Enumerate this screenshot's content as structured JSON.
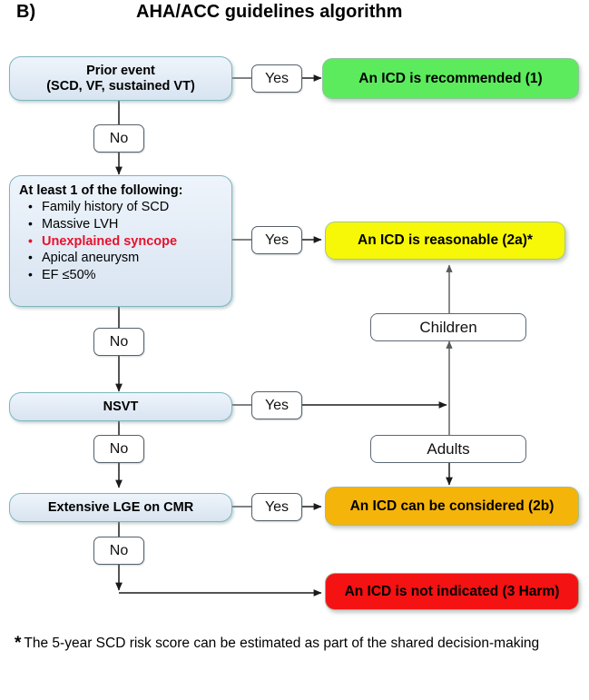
{
  "header": {
    "panel_letter": "B)",
    "title": "AHA/ACC  guidelines algorithm"
  },
  "nodes": {
    "prior_event": {
      "line1": "Prior event",
      "line2": "(SCD, VF, sustained VT)"
    },
    "criteria": {
      "heading": "At least 1 of the following:",
      "items": [
        "Family history of SCD",
        "Massive LVH",
        "Unexplained syncope",
        "Apical aneurysm",
        "EF ≤50%"
      ],
      "highlight_index": 2
    },
    "nsvt": "NSVT",
    "lge": "Extensive LGE on CMR",
    "children": "Children",
    "adults": "Adults"
  },
  "edges": {
    "yes_1": "Yes",
    "no_1": "No",
    "yes_2": "Yes",
    "no_2": "No",
    "yes_3": "Yes",
    "no_3": "No",
    "yes_4": "Yes",
    "no_4": "No"
  },
  "results": {
    "recommended": "An ICD is recommended (1)",
    "reasonable": "An ICD is reasonable (2a)*",
    "considered": "An ICD can be considered (2b)",
    "not_indicated": "An ICD is not indicated (3 Harm)"
  },
  "footnote": {
    "star": "*",
    "text": "The 5-year SCD risk score can be estimated as part of the shared decision-making"
  },
  "colors": {
    "class_1_green": "#5ceb5c",
    "class_2a_yellow": "#f7f708",
    "class_2b_orange": "#f5b40a",
    "class_3_red": "#f41212",
    "question_blue": "#dce6f2",
    "highlight_red": "#e8112d"
  },
  "chart_data": {
    "type": "flowchart",
    "title": "AHA/ACC  guidelines algorithm",
    "decisions": [
      {
        "id": "prior_event",
        "label": "Prior event (SCD, VF, sustained VT)",
        "yes": "An ICD is recommended (1)",
        "no": "criteria"
      },
      {
        "id": "criteria",
        "label": "At least 1 of the following: Family history of SCD; Massive LVH; Unexplained syncope; Apical aneurysm; EF ≤50%",
        "yes": "An ICD is reasonable (2a)*",
        "no": "NSVT"
      },
      {
        "id": "nsvt",
        "label": "NSVT",
        "yes": "Children → An ICD is reasonable (2a)*; Adults → An ICD can be considered (2b)",
        "no": "Extensive LGE on CMR"
      },
      {
        "id": "lge",
        "label": "Extensive LGE on CMR",
        "yes": "An ICD can be considered (2b)",
        "no": "An ICD is not indicated (3 Harm)"
      }
    ],
    "outcomes": [
      {
        "label": "An ICD is recommended (1)",
        "class": "1",
        "color": "#5ceb5c"
      },
      {
        "label": "An ICD is reasonable (2a)*",
        "class": "2a",
        "color": "#f7f708"
      },
      {
        "label": "An ICD can be considered (2b)",
        "class": "2b",
        "color": "#f5b40a"
      },
      {
        "label": "An ICD is not indicated (3 Harm)",
        "class": "3 Harm",
        "color": "#f41212"
      }
    ]
  }
}
